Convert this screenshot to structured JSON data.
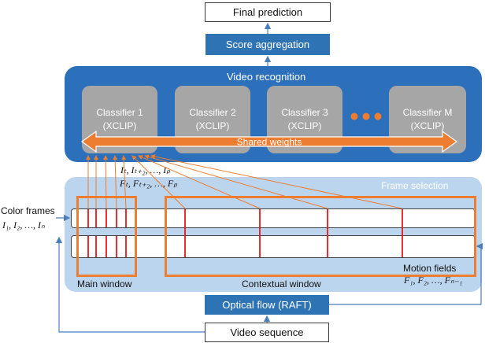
{
  "final_prediction": "Final prediction",
  "score_aggregation": "Score aggregation",
  "video_recognition": {
    "title": "Video recognition",
    "classifiers": [
      {
        "name": "Classifier 1",
        "model": "(XCLIP)"
      },
      {
        "name": "Classifier 2",
        "model": "(XCLIP)"
      },
      {
        "name": "Classifier 3",
        "model": "(XCLIP)"
      },
      {
        "name": "Classifier M",
        "model": "(XCLIP)"
      }
    ],
    "shared_weights": "Shared weights"
  },
  "selected_frames": {
    "color": "Iₜ, Iₜ₊₂, …, Iₚ",
    "flow": "Fₜ, Fₜ₊₂, …, Fₚ"
  },
  "frame_selection": {
    "title": "Frame selection",
    "color_frames_label": "Color frames",
    "color_frames_seq": "I₁, I₂, …, Iₙ",
    "motion_fields_label": "Motion fields",
    "motion_fields_seq": "F₁, F₂, …, Fₙ₋₁",
    "main_window": "Main window",
    "contextual_window": "Contextual window"
  },
  "optical_flow": "Optical flow (RAFT)",
  "video_sequence": "Video sequence",
  "colors": {
    "video_recognition_bg": "#2c6fbb",
    "frame_selection_bg": "#bcd5ee",
    "accent_orange": "#ed7d31",
    "frame_marker_red": "#e8161b",
    "arrow_blue": "#4a7ebb"
  }
}
